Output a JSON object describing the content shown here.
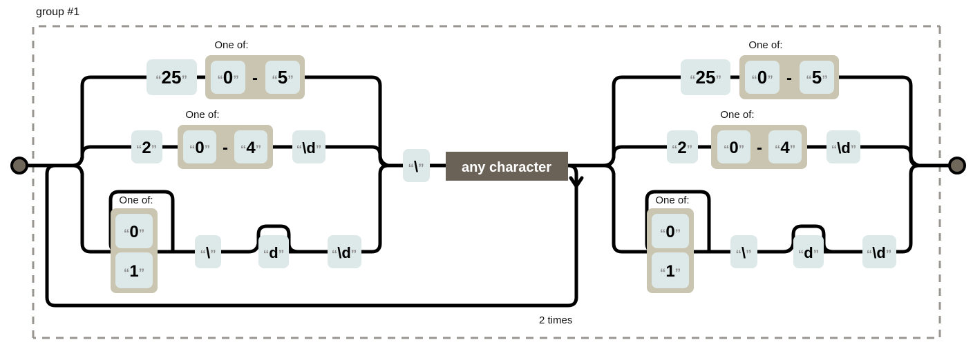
{
  "diagram": {
    "type": "railroad-regex",
    "title_label": "group #1",
    "loop_label": "2 times",
    "colors": {
      "literal_box": "#dde9e8",
      "oneof_box": "#c9c5b0",
      "any_char_box": "#6b6257",
      "rail": "#000000",
      "group_border": "#999691",
      "node": "#6f675a"
    },
    "start_node": "start-node",
    "end_node": "end-node",
    "labels": {
      "one_of": "One of:",
      "range_dash": "-",
      "any_character": "any character"
    },
    "left_half": {
      "branch_1": {
        "items": [
          {
            "kind": "literal",
            "text": "25"
          },
          {
            "kind": "oneof",
            "label": "One of:",
            "from": "0",
            "to": "5",
            "dash": "-"
          }
        ]
      },
      "branch_2": {
        "items": [
          {
            "kind": "literal",
            "text": "2"
          },
          {
            "kind": "oneof",
            "label": "One of:",
            "from": "0",
            "to": "4",
            "dash": "-"
          },
          {
            "kind": "literal",
            "text": "\\d"
          }
        ]
      },
      "branch_3": {
        "items": [
          {
            "kind": "oneof-vertical",
            "label": "One of:",
            "options": [
              "0",
              "1"
            ]
          },
          {
            "kind": "literal",
            "text": "\\"
          },
          {
            "kind": "literal-optional",
            "text": "d"
          },
          {
            "kind": "literal",
            "text": "\\d"
          }
        ]
      },
      "tail": [
        {
          "kind": "literal",
          "text": "\\"
        },
        {
          "kind": "any",
          "text": "any character"
        }
      ]
    },
    "right_half": {
      "branch_1": {
        "items": [
          {
            "kind": "literal",
            "text": "25"
          },
          {
            "kind": "oneof",
            "label": "One of:",
            "from": "0",
            "to": "5",
            "dash": "-"
          }
        ]
      },
      "branch_2": {
        "items": [
          {
            "kind": "literal",
            "text": "2"
          },
          {
            "kind": "oneof",
            "label": "One of:",
            "from": "0",
            "to": "4",
            "dash": "-"
          },
          {
            "kind": "literal",
            "text": "\\d"
          }
        ]
      },
      "branch_3": {
        "items": [
          {
            "kind": "oneof-vertical",
            "label": "One of:",
            "options": [
              "0",
              "1"
            ]
          },
          {
            "kind": "literal",
            "text": "\\"
          },
          {
            "kind": "literal-optional",
            "text": "d"
          },
          {
            "kind": "literal",
            "text": "\\d"
          }
        ]
      }
    },
    "tokens": {
      "t25a": "25",
      "t0a": "0",
      "t5a": "5",
      "t2a": "2",
      "t0b": "0",
      "t4a": "4",
      "tda": "\\d",
      "t0c": "0",
      "t1c": "1",
      "tbsa": "\\",
      "tdb": "d",
      "tdc": "\\d",
      "tbsmain": "\\",
      "t25b": "25",
      "t0d": "0",
      "t5b": "5",
      "t2b": "2",
      "t0e": "0",
      "t4b": "4",
      "tdd": "\\d",
      "t0f": "0",
      "t1f": "1",
      "tbsb": "\\",
      "tde": "d",
      "tdf": "\\d",
      "oneof1": "One of:",
      "oneof2": "One of:",
      "oneof3": "One of:",
      "oneof4": "One of:",
      "oneof5": "One of:",
      "oneof6": "One of:",
      "dash1": "-",
      "dash2": "-",
      "dash3": "-",
      "dash4": "-"
    }
  }
}
